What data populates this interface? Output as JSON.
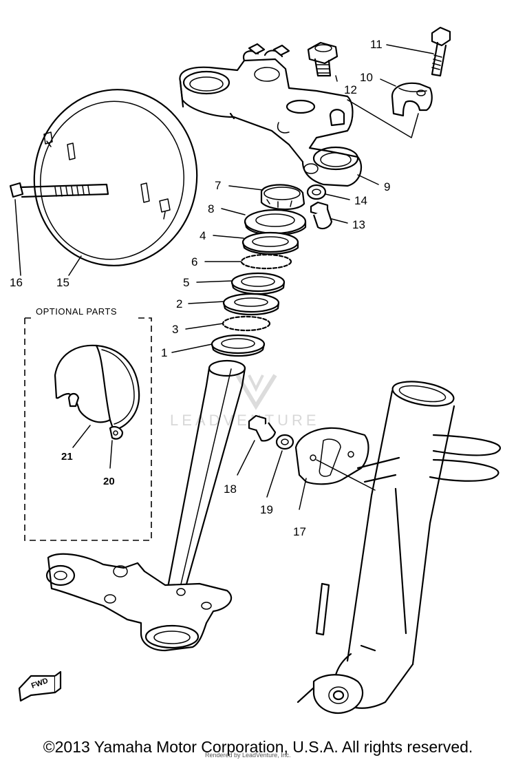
{
  "diagram": {
    "callouts": {
      "c1": "1",
      "c2": "2",
      "c3": "3",
      "c4": "4",
      "c5": "5",
      "c6": "6",
      "c7": "7",
      "c8": "8",
      "c9": "9",
      "c10": "10",
      "c11": "11",
      "c12": "12",
      "c13": "13",
      "c14": "14",
      "c15": "15",
      "c16": "16",
      "c17": "17",
      "c18": "18",
      "c19": "19",
      "c20": "20",
      "c21": "21"
    },
    "optional_parts_label": "OPTIONAL PARTS",
    "watermark": "LEADVENTURE",
    "fwd_label": "FWD"
  },
  "footer": {
    "copyright": "©2013 Yamaha Motor Corporation, U.S.A. All rights reserved.",
    "rendered_by": "Rendered by LeadVenture, Inc."
  }
}
